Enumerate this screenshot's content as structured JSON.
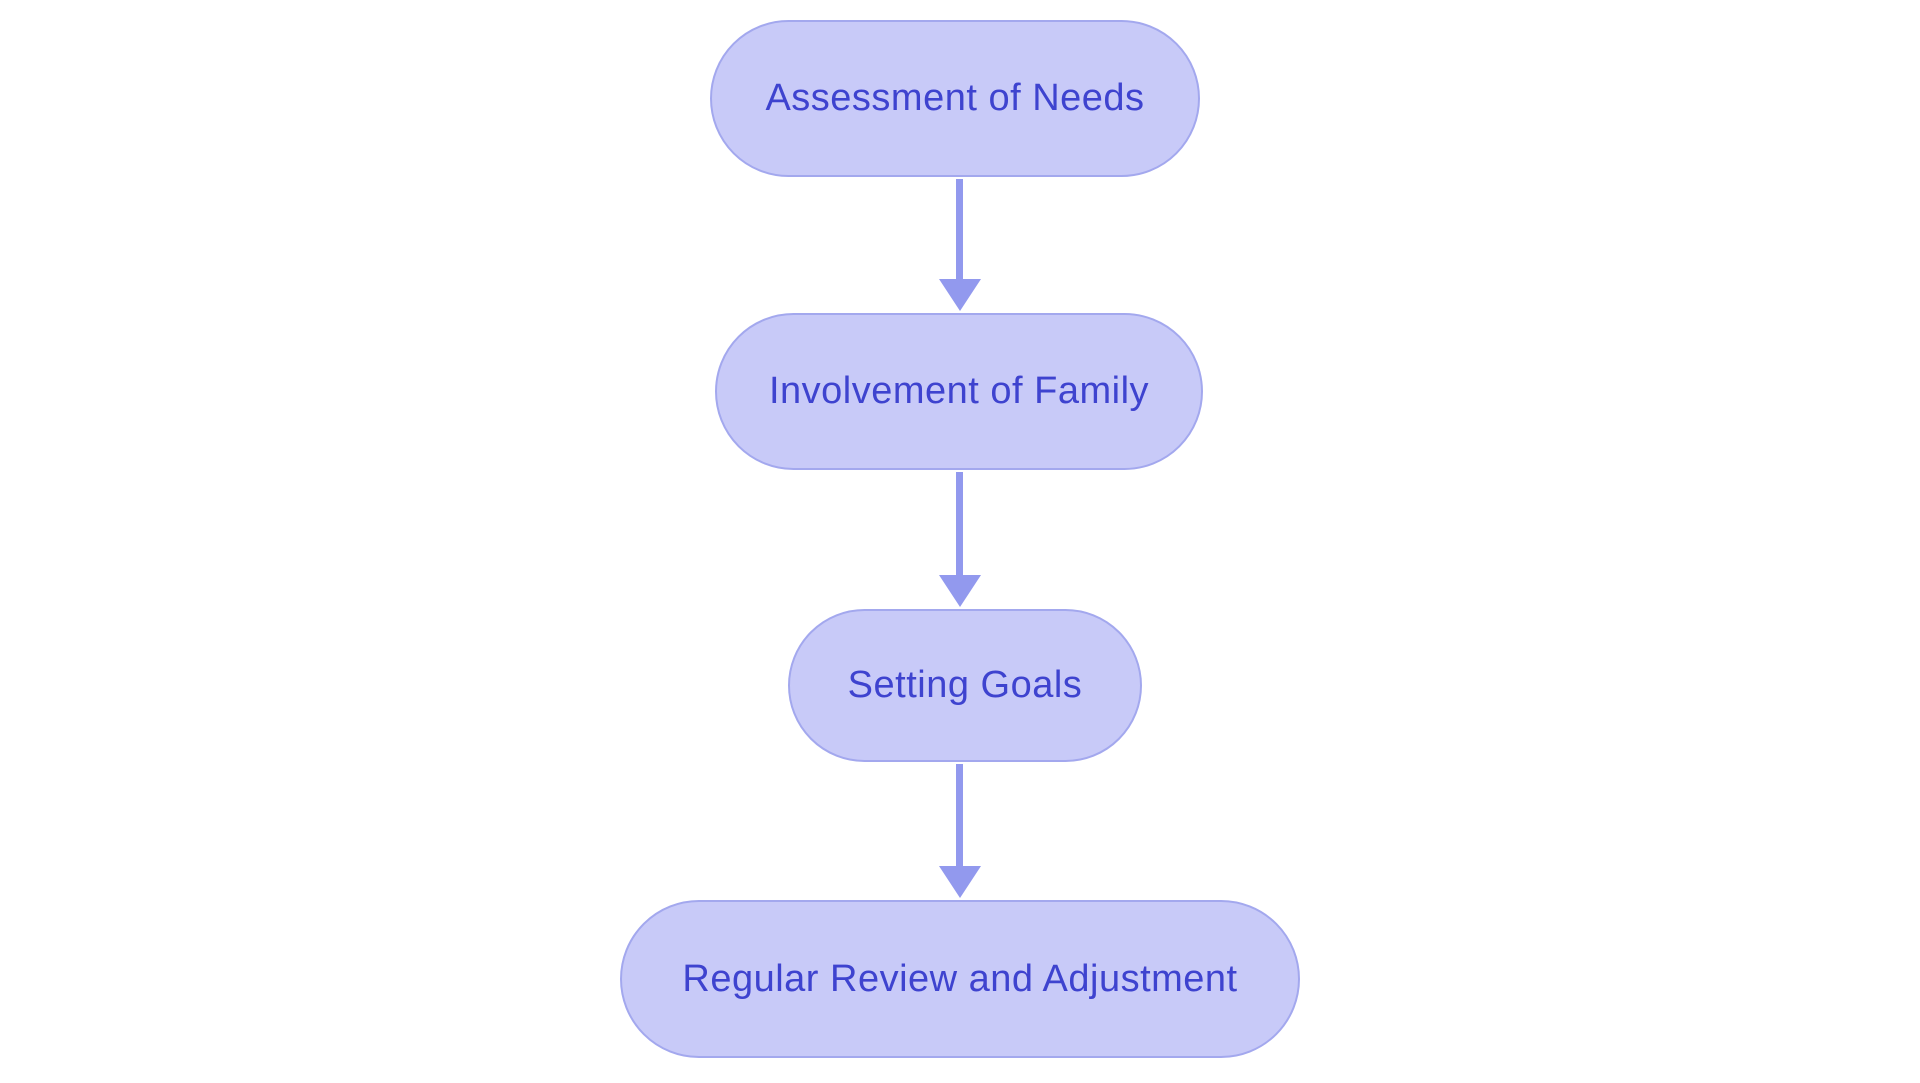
{
  "diagram": {
    "type": "flowchart",
    "direction": "top-down",
    "nodes": [
      {
        "id": "n1",
        "label": "Assessment of Needs"
      },
      {
        "id": "n2",
        "label": "Involvement of Family"
      },
      {
        "id": "n3",
        "label": "Setting Goals"
      },
      {
        "id": "n4",
        "label": "Regular Review and Adjustment"
      }
    ],
    "edges": [
      {
        "from": "Assessment of Needs",
        "to": "Involvement of Family"
      },
      {
        "from": "Involvement of Family",
        "to": "Setting Goals"
      },
      {
        "from": "Setting Goals",
        "to": "Regular Review and Adjustment"
      }
    ],
    "colors": {
      "background": "#ffffff",
      "node_fill": "#c8caf8",
      "node_border": "#a3a8ee",
      "node_text": "#3e43cf",
      "arrow": "#9299ee"
    }
  }
}
